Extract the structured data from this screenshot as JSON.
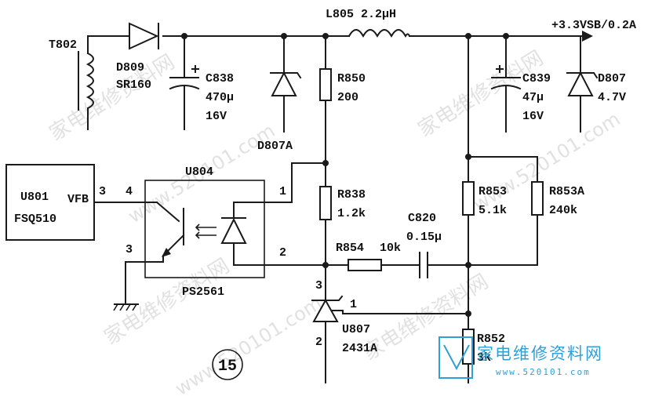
{
  "labels": {
    "t802": "T802",
    "d809": "D809",
    "d809_part": "SR160",
    "c838": "C838",
    "c838_value": "470µ",
    "c838_voltage": "16V",
    "d807a": "D807A",
    "l805": "L805 2.2µH",
    "r850": "R850",
    "r850_value": "200",
    "output": "+3.3VSB/0.2A",
    "c839": "C839",
    "c839_value": "47µ",
    "c839_voltage": "16V",
    "d807": "D807",
    "d807_value": "4.7V",
    "u801": "U801",
    "u801_part": "FSQ510",
    "vfb": "VFB",
    "pin3": "3",
    "u804": "U804",
    "opto_pin4": "4",
    "opto_pin3": "3",
    "opto_pin1": "1",
    "opto_pin2": "2",
    "ps2561": "PS2561",
    "r838": "R838",
    "r838_value": "1.2k",
    "r853": "R853",
    "r853_value": "5.1k",
    "r853a": "R853A",
    "r853a_value": "240k",
    "c820": "C820",
    "c820_value": "0.15µ",
    "r854": "R854",
    "r854_value": "10k",
    "u807_pin3": "3",
    "u807_pin1": "1",
    "u807": "U807",
    "u807_part": "2431A",
    "u807_pin2": "2",
    "r852": "R852",
    "r852_value": "3k",
    "figure_number": "⑮"
  },
  "watermark": {
    "url": "www.520101.com",
    "site_cn": "家电维修资料网",
    "logo_cn": "家电维修资料网",
    "logo_url": "www.520101.com"
  },
  "colors": {
    "line": "#1a1a1a",
    "watermark": "#c9c9c9",
    "logo": "#2f9fd8"
  }
}
